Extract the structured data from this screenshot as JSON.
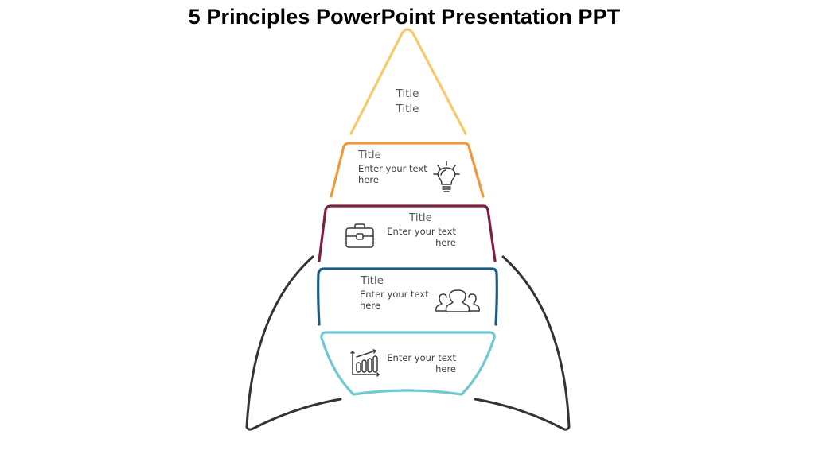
{
  "slide": {
    "title": "5 Principles PowerPoint Presentation PPT"
  },
  "colors": {
    "tip": "#F7C96A",
    "level1": "#EE9A3C",
    "level2": "#7E1E47",
    "level3": "#1E5A7E",
    "level4": "#6FC8D2",
    "wings": "#333333",
    "text": "#4a4a4a"
  },
  "sections": [
    {
      "id": "tip",
      "title_line1": "Title",
      "title_line2": "Title",
      "icon": "none"
    },
    {
      "id": "level1",
      "title": "Title",
      "text_line1": "Enter your text",
      "text_line2": "here",
      "icon": "lightbulb-icon"
    },
    {
      "id": "level2",
      "title": "Title",
      "text_line1": "Enter your text",
      "text_line2": "here",
      "icon": "briefcase-icon"
    },
    {
      "id": "level3",
      "title": "Title",
      "text_line1": "Enter your text",
      "text_line2": "here",
      "icon": "users-icon"
    },
    {
      "id": "level4",
      "text_line1": "Enter your text",
      "text_line2": "here",
      "icon": "bar-chart-growth-icon"
    }
  ]
}
